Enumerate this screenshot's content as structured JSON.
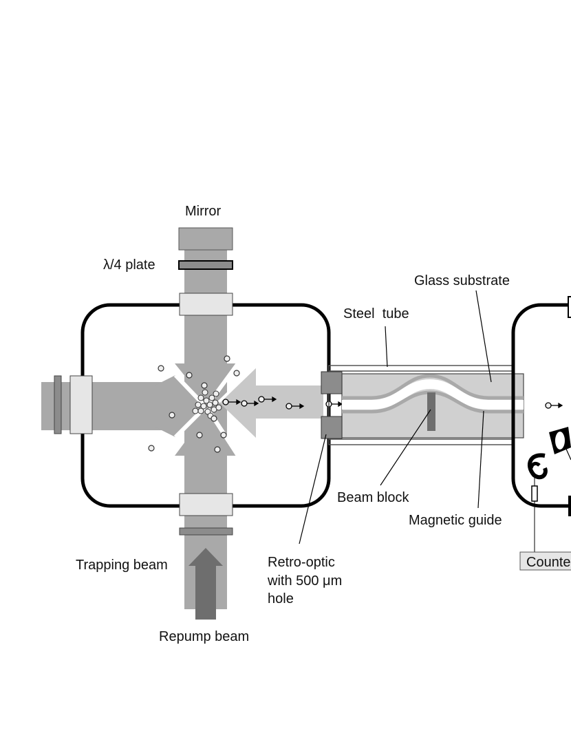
{
  "labels": {
    "mirror": "Mirror",
    "quarter_wave_plate": "λ/4 plate",
    "glass_substrate": "Glass substrate",
    "steel_tube": "Steel  tube",
    "beam_block": "Beam block",
    "magnetic_guide": "Magnetic guide",
    "trapping_beam": "Trapping beam",
    "retro_optic_line1": "Retro-optic",
    "retro_optic_line2": "with 500 μm",
    "retro_optic_line3": "hole",
    "repump_beam": "Repump beam",
    "counter": "Counter"
  },
  "colors": {
    "beam": "#a9a9a9",
    "optic": "#8c8c8c",
    "substrate": "#d0d0d0",
    "chamber_outline": "#000000",
    "repump_arrow": "#6e6e6e"
  }
}
